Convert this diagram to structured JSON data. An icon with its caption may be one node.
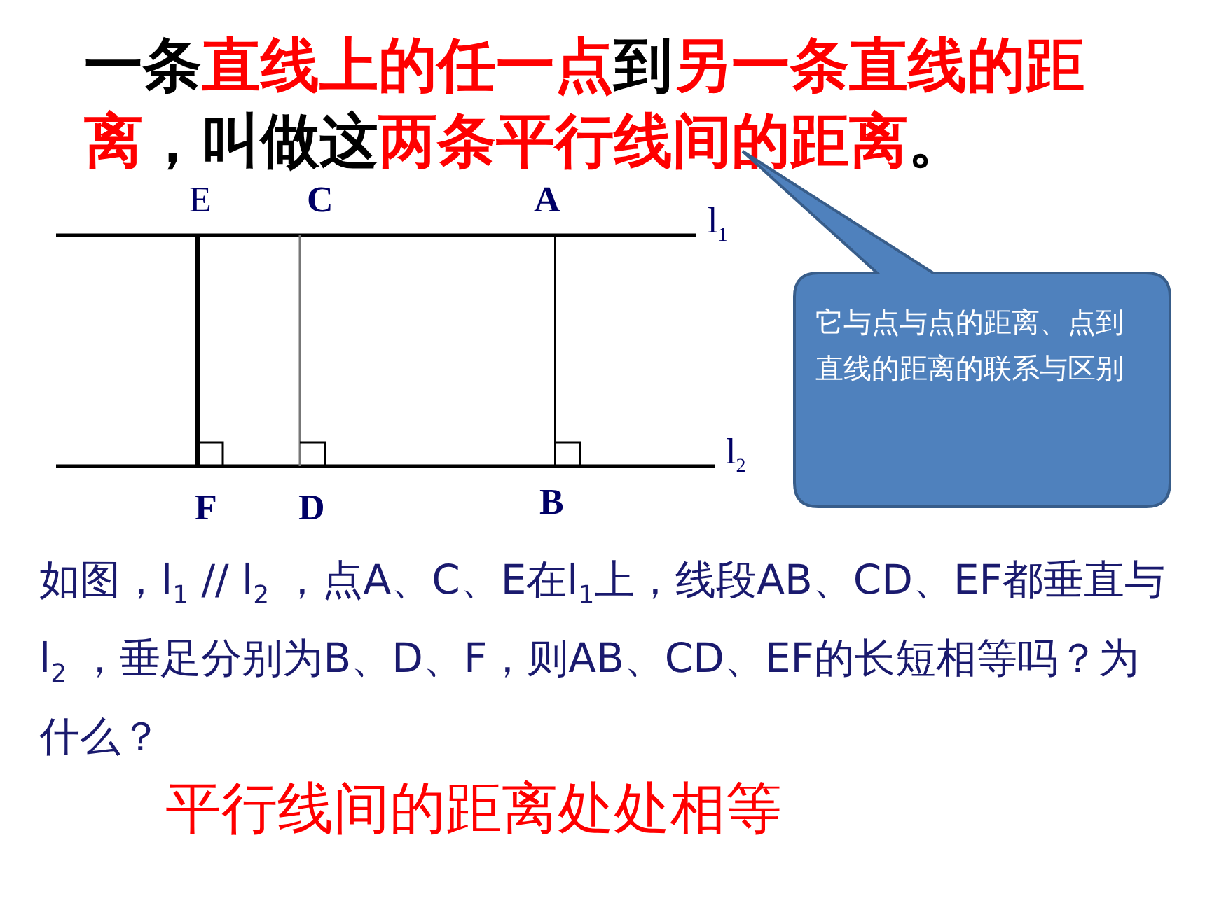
{
  "diagram": {
    "title": "一条**直线上的任一点**到**另一条直线的距离**，叫做这**两条平行线间的距离**。",
    "nodes": [
      {
        "text": [
          "它与点与点的距离、点到直线的距离的联系与区别"
        ]
      }
    ],
    "labels": [
      "E",
      "C",
      "A",
      "l$_{1}$",
      "F",
      "D",
      "B",
      "l$_{2}$",
      "如图，l$_{1}$ // l$_{2}$ ，点A、C、E在l$_{1}$上，线段AB、CD、EF都垂直与l$_{2}$ ，垂足分别为B、D、F，则AB、CD、EF的长短相等吗？为什么？",
      "平行线间的距离处处相等"
    ]
  }
}
